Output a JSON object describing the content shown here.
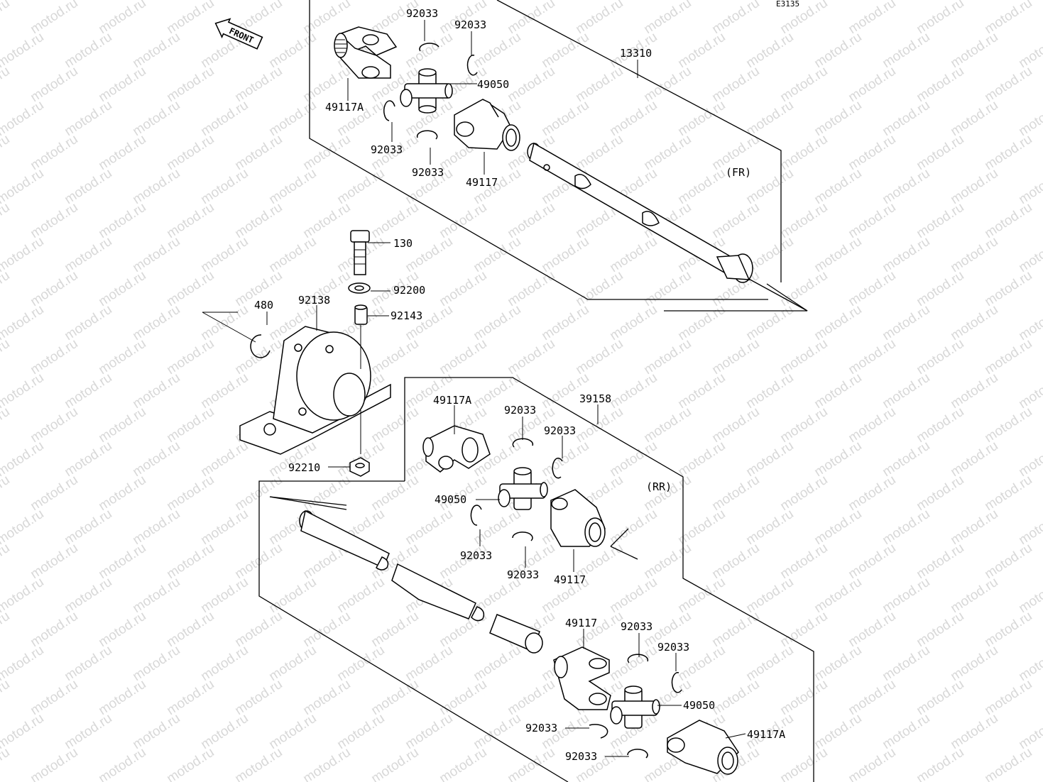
{
  "diagram": {
    "reference": "E3135",
    "front_label": "FRONT",
    "watermark": "motod.ru",
    "assemblies": {
      "front": {
        "label": "(FR)",
        "part_no": "13310"
      },
      "rear": {
        "label": "(RR)",
        "part_no": "39158"
      }
    },
    "callouts": {
      "p1": "92033",
      "p2": "92033",
      "p3": "13310",
      "p4": "49050",
      "p5": "49117A",
      "p6": "92033",
      "p7": "92033",
      "p8": "49117",
      "p9": "130",
      "p10": "92200",
      "p11": "480",
      "p12": "92138",
      "p13": "92143",
      "p14": "92210",
      "p15": "49117A",
      "p16": "92033",
      "p17": "39158",
      "p18": "92033",
      "p19": "49050",
      "p20": "92033",
      "p21": "92033",
      "p22": "49117",
      "p23": "49117",
      "p24": "92033",
      "p25": "92033",
      "p26": "49050",
      "p27": "92033",
      "p28": "49117A",
      "p29": "92033"
    }
  }
}
